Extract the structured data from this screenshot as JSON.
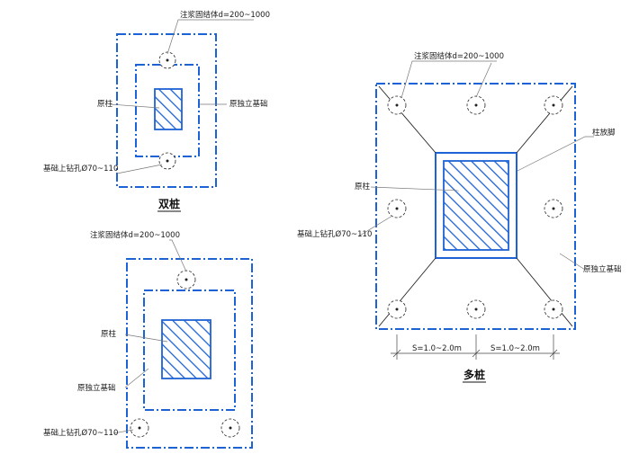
{
  "diagram_double": {
    "title": "双桩",
    "label_grout": "注浆固结体d=200~1000",
    "label_column": "原柱",
    "label_foundation": "原独立基础",
    "label_drill": "基础上钻孔Ø70~110"
  },
  "diagram_four": {
    "label_grout": "注浆固结体d=200~1000",
    "label_column": "原柱",
    "label_foundation": "原独立基础",
    "label_drill": "基础上钻孔Ø70~110"
  },
  "diagram_multi": {
    "title": "多桩",
    "label_grout": "注浆固结体d=200~1000",
    "label_flare": "柱放脚",
    "label_column": "原柱",
    "label_drill": "基础上钻孔Ø70~110",
    "label_foundation": "原独立基础",
    "spacing_left": "S=1.0~2.0m",
    "spacing_right": "S=1.0~2.0m"
  },
  "colors": {
    "accent_blue": "#1e63d6",
    "line_black": "#222222"
  }
}
